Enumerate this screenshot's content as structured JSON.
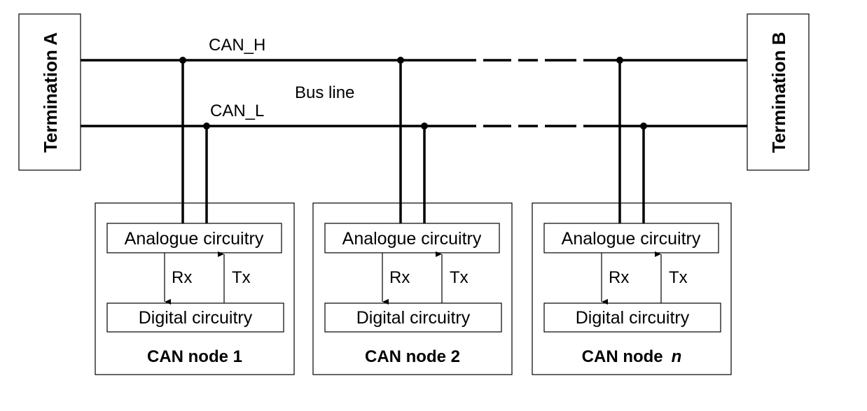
{
  "termination_a": "Termination A",
  "termination_b": "Termination B",
  "bus": {
    "can_h": "CAN_H",
    "can_l": "CAN_L",
    "bus_line": "Bus line"
  },
  "nodes": [
    {
      "name_prefix": "CAN node 1",
      "name_suffix": "",
      "analogue": "Analogue circuitry",
      "digital": "Digital circuitry",
      "rx": "Rx",
      "tx": "Tx"
    },
    {
      "name_prefix": "CAN node 2",
      "name_suffix": "",
      "analogue": "Analogue circuitry",
      "digital": "Digital circuitry",
      "rx": "Rx",
      "tx": "Tx"
    },
    {
      "name_prefix": "CAN node",
      "name_suffix": "n",
      "analogue": "Analogue circuitry",
      "digital": "Digital circuitry",
      "rx": "Rx",
      "tx": "Tx"
    }
  ]
}
